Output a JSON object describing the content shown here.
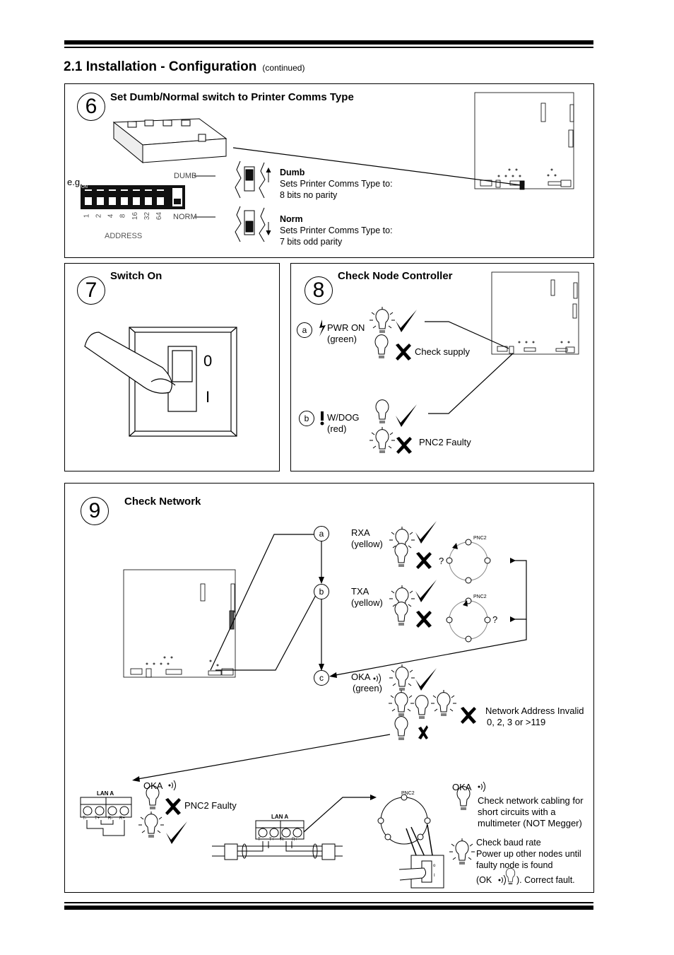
{
  "header": {
    "title": "2.1 Installation - Configuration",
    "continued": "(continued)"
  },
  "step6": {
    "number": "6",
    "title": "Set Dumb/Normal switch to Printer Comms Type",
    "eg": "e.g.",
    "on": "ON",
    "dip_labels": [
      "1",
      "2",
      "4",
      "8",
      "16",
      "32",
      "64"
    ],
    "address": "ADDRESS",
    "dumb_tag": "DUMB",
    "norm_tag": "NORM",
    "dumb": {
      "name": "Dumb",
      "line1": "Sets Printer Comms Type to:",
      "line2": "8 bits no parity"
    },
    "norm": {
      "name": "Norm",
      "line1": "Sets Printer Comms Type to:",
      "line2": "7 bits odd parity"
    }
  },
  "step7": {
    "number": "7",
    "title": "Switch On",
    "zero": "0",
    "one": "I"
  },
  "step8": {
    "number": "8",
    "title": "Check Node Controller",
    "a": "a",
    "b": "b",
    "pwr_label": "PWR ON",
    "pwr_color": "(green)",
    "check_supply": "Check supply",
    "wdog_label": "W/DOG",
    "wdog_color": "(red)",
    "pnc2_faulty": "PNC2 Faulty"
  },
  "step9": {
    "number": "9",
    "title": "Check Network",
    "a": "a",
    "b": "b",
    "c": "c",
    "rxa": "RXA",
    "rxa_color": "(yellow)",
    "txa": "TXA",
    "txa_color": "(yellow)",
    "oka": "OKA",
    "oka_color": "(green)",
    "q": "?",
    "pnc2": "PNC2",
    "addr_invalid": "Network Address Invalid",
    "addr_values": "0, 2, 3 or >119",
    "lan_a": "LAN A",
    "term_labels": [
      "T-",
      "T+",
      "R-",
      "R+"
    ],
    "oka_left": "OKA",
    "pnc2_faulty": "PNC2 Faulty",
    "oka_right": "OKA",
    "cabling_1": "Check network cabling for",
    "cabling_2": "short circuits with a",
    "cabling_3": "multimeter (NOT Megger)",
    "baud_1": "Check baud rate",
    "baud_2": "Power up other nodes until",
    "baud_3": "faulty node is found",
    "ok_open": "(OK",
    "ok_close": "). Correct fault.",
    "switch_o": "o",
    "switch_i": "I"
  }
}
